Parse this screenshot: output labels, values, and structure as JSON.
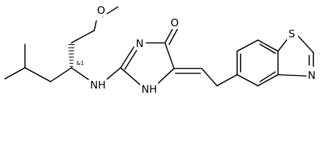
{
  "molecule": {
    "atoms": {
      "methoxy_O": "O",
      "carbonyl_O": "O",
      "imine_N": "N",
      "amine_NH": "NH",
      "ring_NH": "NH",
      "thiazole_S": "S",
      "thiazole_N": "N"
    },
    "stereo_label": "&1"
  }
}
